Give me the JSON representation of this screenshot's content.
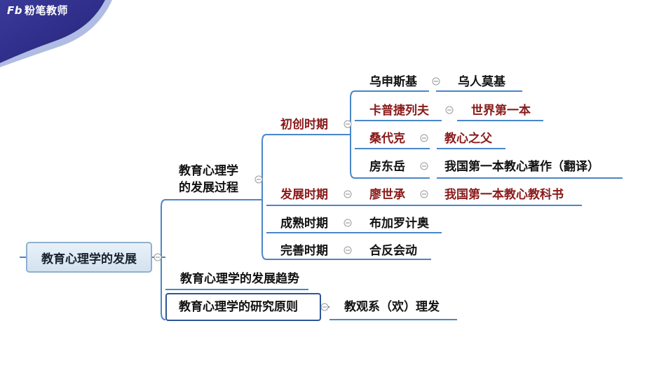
{
  "brand": {
    "logo_mark": "Fb",
    "name": "粉笔教师"
  },
  "root": "教育心理学的发展",
  "branches": {
    "process": {
      "label_line1": "教育心理学",
      "label_line2": "的发展过程",
      "stages": {
        "founding": {
          "label": "初创时期",
          "people": [
            {
              "name": "乌申斯基",
              "note": "乌人莫基"
            },
            {
              "name": "卡普捷列夫",
              "note": "世界第一本"
            },
            {
              "name": "桑代克",
              "note": "教心之父"
            },
            {
              "name": "房东岳",
              "note": "我国第一本教心著作（翻译）"
            }
          ]
        },
        "development": {
          "label": "发展时期",
          "person": "廖世承",
          "note": "我国第一本教心教科书"
        },
        "mature": {
          "label": "成熟时期",
          "person": "布加罗计奥"
        },
        "perfecting": {
          "label": "完善时期",
          "person": "合反会动"
        }
      }
    },
    "trend": {
      "label": "教育心理学的发展趋势"
    },
    "principle": {
      "label": "教育心理学的研究原则",
      "mnemonic": "教观系（欢）理发"
    }
  },
  "colors": {
    "line": "#4a86c8",
    "highlight_text": "#8b1a1a",
    "logo_bg": "#2b2a8c",
    "selection": "#2e5597"
  }
}
